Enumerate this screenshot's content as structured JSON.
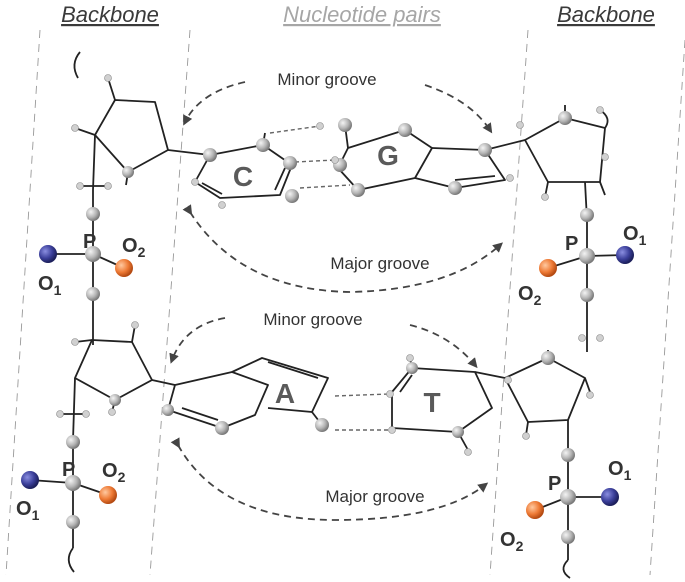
{
  "headers": {
    "left_backbone": "Backbone",
    "center_pairs": "Nucleotide pairs",
    "right_backbone": "Backbone"
  },
  "grooves": {
    "top_minor": "Minor groove",
    "top_major": "Major groove",
    "bottom_minor": "Minor groove",
    "bottom_major": "Major groove"
  },
  "bases": {
    "top_left": "C",
    "top_right": "G",
    "bottom_left": "A",
    "bottom_right": "T"
  },
  "phosphate_atoms": {
    "phosphorus": "P",
    "oxygen": "O",
    "sub_one": "1",
    "sub_two": "2"
  },
  "colors": {
    "oxygen_1": "#3b3f9a",
    "oxygen_2": "#ee7a35",
    "atom_grey": "#b0b0b0",
    "header_dark": "#3a3a3a",
    "header_light": "#a6a6a6"
  }
}
